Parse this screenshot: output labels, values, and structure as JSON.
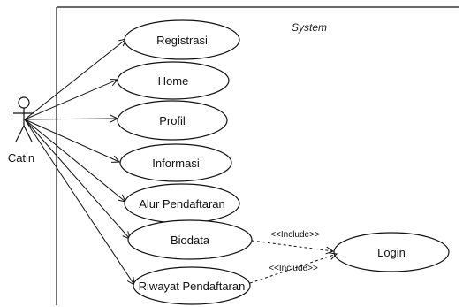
{
  "diagram": {
    "system_label": "System",
    "actor": {
      "name": "Catin"
    },
    "use_cases": [
      {
        "id": "registrasi",
        "label": "Registrasi"
      },
      {
        "id": "home",
        "label": "Home"
      },
      {
        "id": "profil",
        "label": "Profil"
      },
      {
        "id": "informasi",
        "label": "Informasi"
      },
      {
        "id": "alur",
        "label": "Alur Pendaftaran"
      },
      {
        "id": "biodata",
        "label": "Biodata"
      },
      {
        "id": "riwayat",
        "label": "Riwayat Pendaftaran"
      },
      {
        "id": "login",
        "label": "Login"
      }
    ],
    "relations": [
      {
        "from": "biodata",
        "to": "login",
        "stereotype": "<<Include>>"
      },
      {
        "from": "riwayat",
        "to": "login",
        "stereotype": "<<Include>>"
      }
    ]
  }
}
